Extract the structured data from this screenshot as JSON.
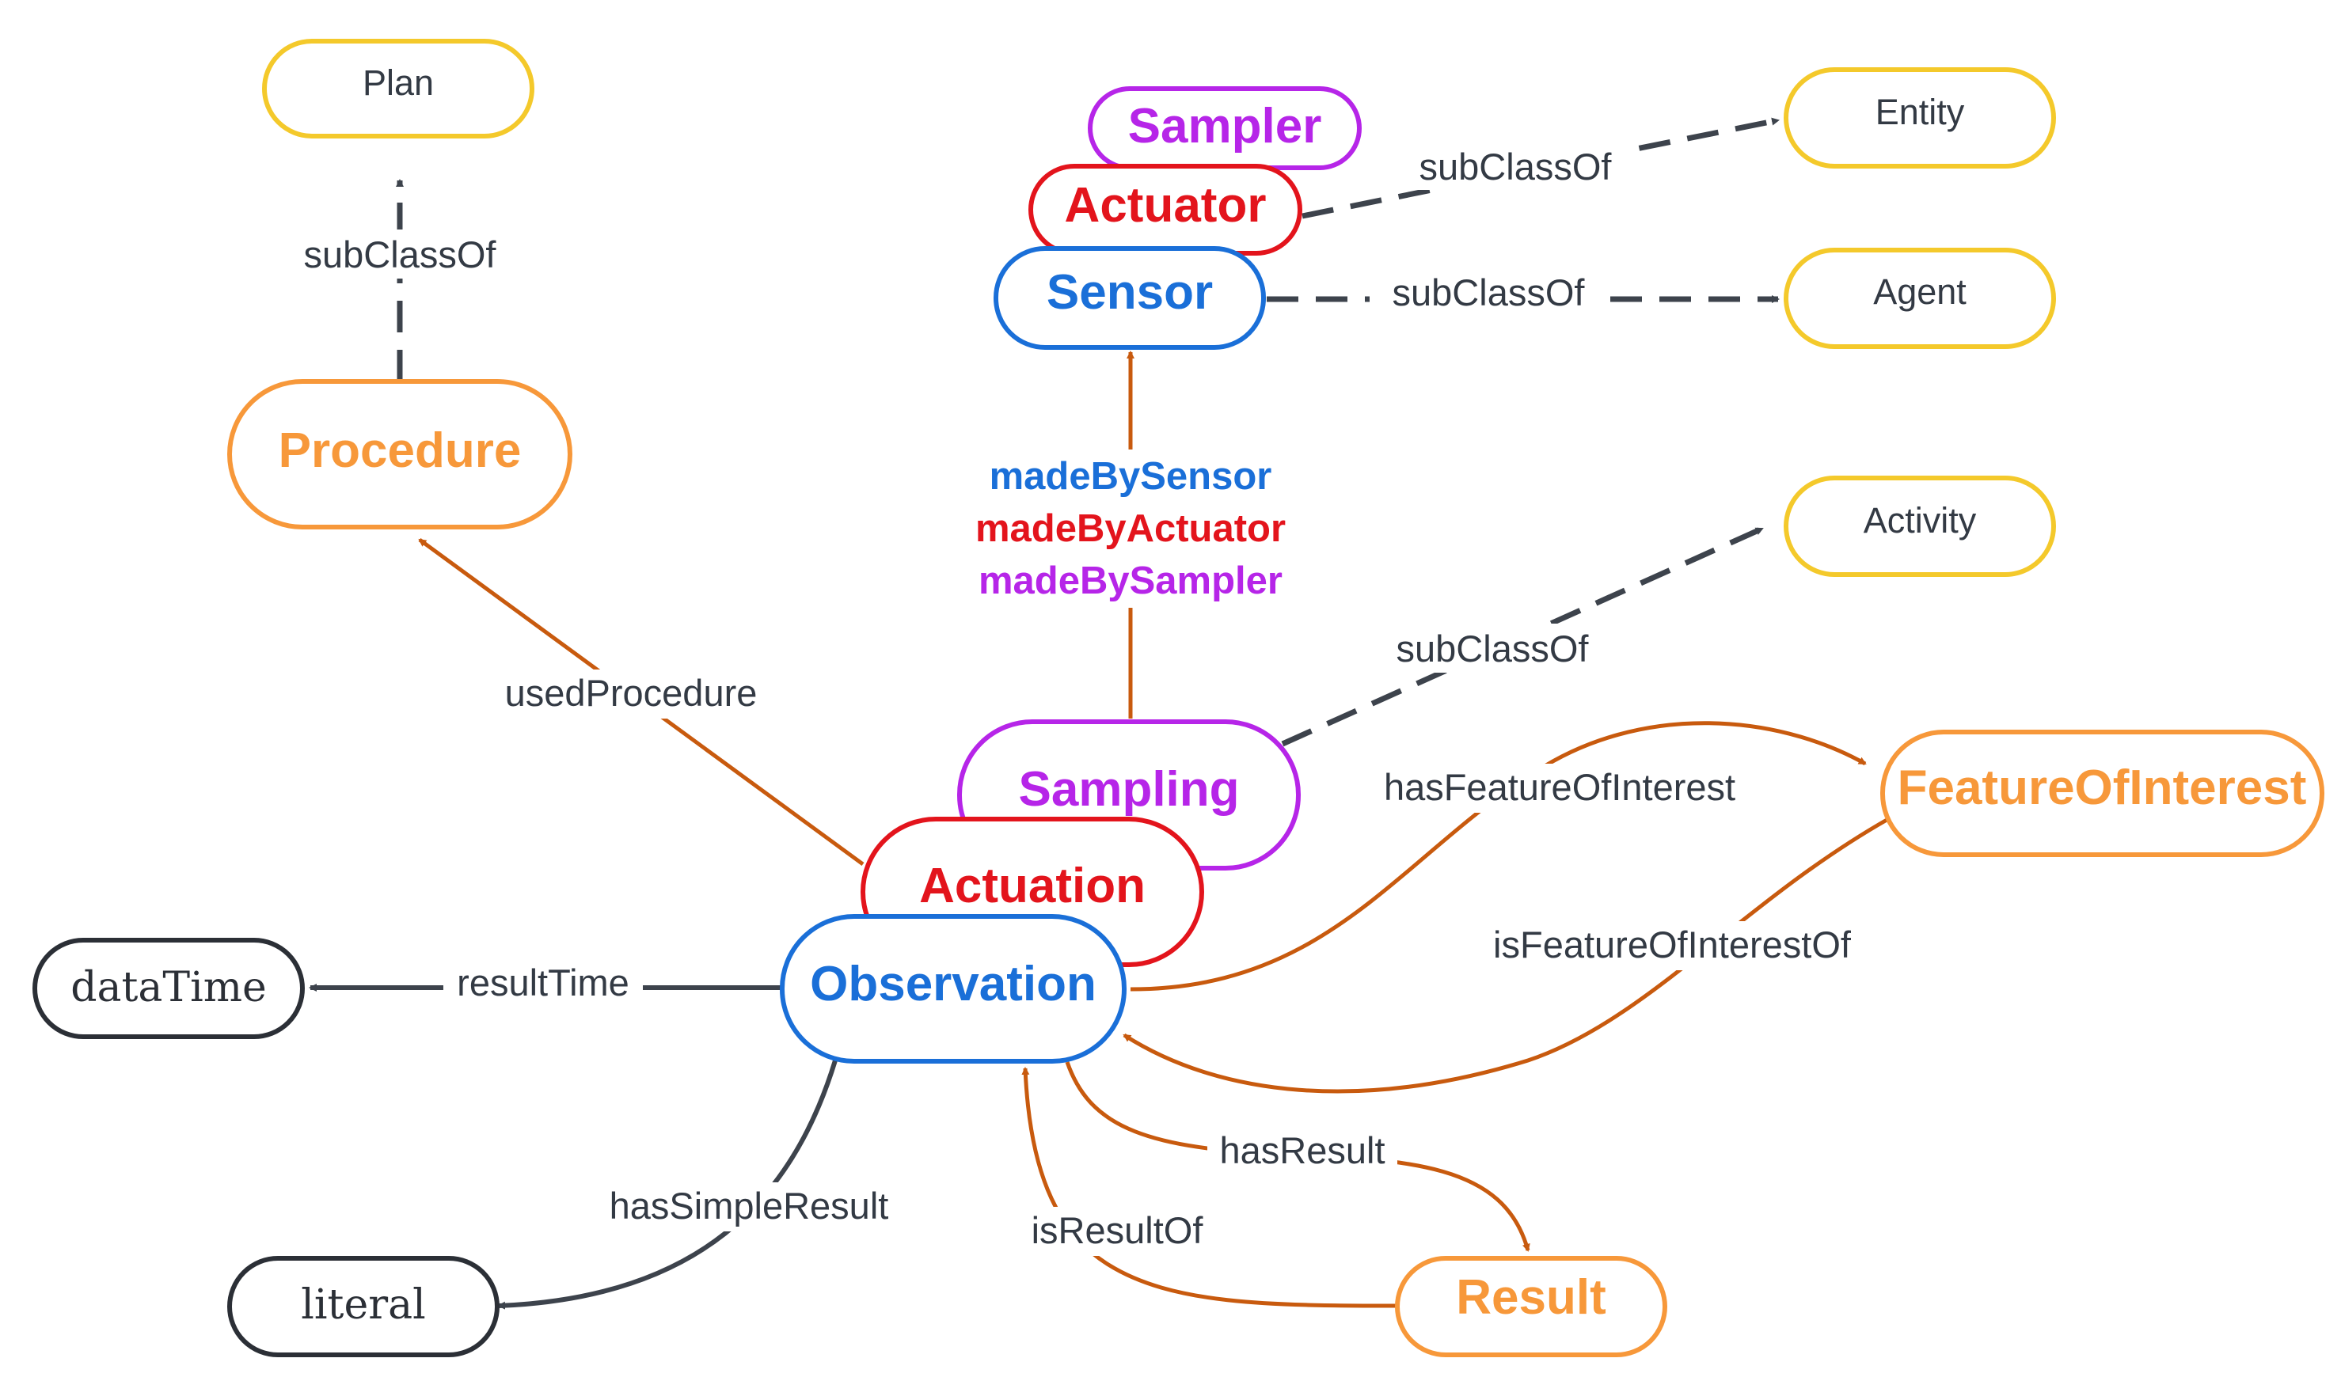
{
  "colors": {
    "yellow": "#f4c92b",
    "orange": "#f7983a",
    "blue": "#1a6fd8",
    "red": "#e3141c",
    "purple": "#b625e8",
    "dark": "#2b2f36",
    "edge_orange": "#c85a0e",
    "edge_dark": "#3d434c"
  },
  "nodes": {
    "plan": "Plan",
    "procedure": "Procedure",
    "sampler": "Sampler",
    "actuator": "Actuator",
    "sensor": "Sensor",
    "entity": "Entity",
    "agent": "Agent",
    "activity": "Activity",
    "sampling": "Sampling",
    "actuation": "Actuation",
    "observation": "Observation",
    "feature_of_interest": "FeatureOfInterest",
    "result": "Result",
    "datatime": "dataTime",
    "literal": "literal"
  },
  "edges": {
    "plan_subclass": "subClassOf",
    "entity_subclass": "subClassOf",
    "agent_subclass": "subClassOf",
    "activity_subclass": "subClassOf",
    "used_procedure": "usedProcedure",
    "made_by_sensor": "madeBySensor",
    "made_by_actuator": "madeByActuator",
    "made_by_sampler": "madeBySampler",
    "has_feature_of_interest": "hasFeatureOfInterest",
    "is_feature_of_interest_of": "isFeatureOfInterestOf",
    "result_time": "resultTime",
    "has_simple_result": "hasSimpleResult",
    "has_result": "hasResult",
    "is_result_of": "isResultOf"
  }
}
